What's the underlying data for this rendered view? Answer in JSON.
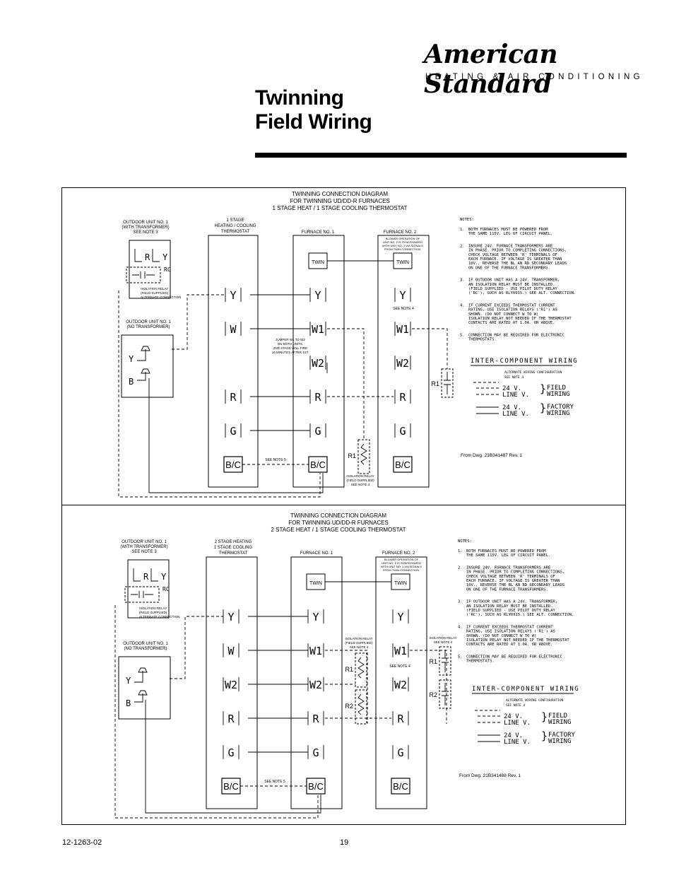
{
  "header": {
    "brand": "American Standard",
    "brand_sub": "HEATING & AIR CONDITIONING",
    "title_line1": "Twinning",
    "title_line2": "Field Wiring"
  },
  "footer": {
    "doc_number": "12-1263-02",
    "page": "19"
  },
  "diagram1": {
    "caption": [
      "TWINNING CONNECTION DIAGRAM",
      "FOR TWINNING UD/DD-R FURNACES",
      "1 STAGE HEAT / 1 STAGE COOLING THERMOSTAT"
    ],
    "outdoor_a": [
      "OUTDOOR UNIT NO. 1",
      "(WITH TRANSFORMER)",
      "SEE NOTE 3"
    ],
    "outdoor_b": [
      "OUTDOOR UNIT NO. 1",
      "(NO TRANSFORMER)"
    ],
    "thermostat": [
      "1 STAGE",
      "HEATING / COOLING",
      "THERMOSTAT"
    ],
    "furnace1": "FURNACE NO. 1",
    "furnace2": "FURNACE NO. 2",
    "blower_note": [
      "BLOWER OPERATION OF",
      "UNIT NO. 2 IS SYNCRONIZED",
      "WITH UNIT NO. 1 VIA SIGNALS",
      "FROM TWIN CONNECTION."
    ],
    "jumper_note": [
      "JUMPER W1 TO W2",
      "ON BOTH UNITS.",
      "2ND STAGE WILL FIRE",
      "10 MINUTES AFTER 1ST."
    ],
    "iso_relay_alt": [
      "ISOLATION RELAY",
      "(FIELD SUPPLIED)",
      "ALTERNATE CONNECTION"
    ],
    "iso_relay": [
      "ISOLATION RELAY",
      "(FIELD SUPPLIED)",
      "SEE NOTE 4"
    ],
    "see_note_5": "SEE NOTE 5",
    "see_note_4": "SEE NOTE 4",
    "from_dwg": "From Dwg. 21B341487 Rev. 1",
    "thermostat_terms": [
      "Y",
      "W",
      "R",
      "G",
      "B/C"
    ],
    "furnace_terms": [
      "TWIN",
      "Y",
      "W1",
      "W2",
      "R",
      "G",
      "B/C"
    ],
    "relays": [
      "R1"
    ]
  },
  "diagram2": {
    "caption": [
      "TWINNING CONNECTION DIAGRAM",
      "FOR TWINNING UD/DD-R FURNACES",
      "2 STAGE HEAT / 1 STAGE COOLING THERMOSTAT"
    ],
    "thermostat": [
      "2 STAGE HEATING",
      "1 STAGE COOLING",
      "THERMOSTAT"
    ],
    "iso_relay": [
      "ISOLATION RELAY",
      "(FIELD SUPPLIED)",
      "SEE NOTE 4"
    ],
    "iso_relay_right": [
      "ISOLATION RELAY",
      "SEE NOTE 4"
    ],
    "from_dwg": "From Dwg. 21B341488 Rev. 1",
    "thermostat_terms": [
      "Y",
      "W",
      "W2",
      "R",
      "G",
      "B/C"
    ],
    "relays": [
      "R1",
      "R2"
    ]
  },
  "terminal_letters": {
    "R": "R",
    "Y": "Y",
    "RC": "RC",
    "B": "B"
  },
  "notes": {
    "heading": "NOTES:",
    "items": [
      [
        "1.",
        "BOTH FURNACES MUST BE POWERED FROM",
        "THE SAME 115V. LEG OF CIRCUIT PANEL."
      ],
      [
        "2.",
        "INSURE 24V. FURNACE TRANSFORMERS ARE",
        "IN PHASE. PRIOR TO COMPLETING CONNECTIONS,",
        "CHECK VOLTAGE BETWEEN 'R' TERMINALS OF",
        "EACH FURNACE. IF VOLTAGE IS GREATER THAN",
        "10V., REVERSE THE BL AN RD SECONDARY LEADS",
        "ON ONE OF THE FURNACE TRANSFORMERS."
      ],
      [
        "3.",
        "IF OUTDOOR UNIT HAS A 24V. TRANSFORMER,",
        "AN ISOLATION RELAY MUST BE INSTALLED.",
        "(FIELD SUPPLIED - USE PILOT DUTY RELAY",
        "('RC'), SUCH AS RLY0915.) SEE ALT. CONNECTION."
      ],
      [
        "4.",
        "IF CURRENT EXCEEDS THERMOSTAT CURRENT",
        "RATING, USE ISOLATION RELAYS ('R1') AS",
        "SHOWN. (DO NOT CONNECT W TO W)",
        "ISOLATION RELAY NOT NEEDED IF THE THERMOSTAT",
        "CONTACTS ARE RATED AT 1.0A. OR ABOVE."
      ],
      [
        "5.",
        "CONNECTION MAY BE REQUIRED FOR ELECTRONIC",
        "THERMOSTATS."
      ]
    ]
  },
  "legend": {
    "title": "INTER-COMPONENT WIRING",
    "alt_config": "ALTERNATE WIRING CONFIGURATION",
    "alt_note": "SEE NOTE 4",
    "v24": "24 V.",
    "line_v": "LINE V.",
    "field": "FIELD",
    "factory": "FACTORY",
    "wiring": "WIRING"
  }
}
